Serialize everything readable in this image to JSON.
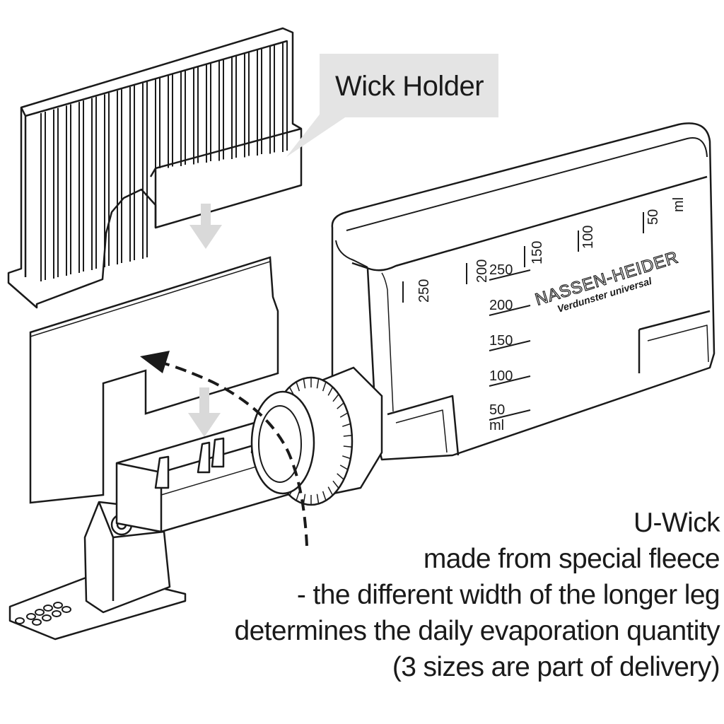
{
  "callout": {
    "label": "Wick Holder"
  },
  "device": {
    "brand": "NASSEN-HEIDER",
    "subtitle": "Verdunster universal",
    "top_scale": [
      "250",
      "200",
      "150",
      "100",
      "50",
      "ml"
    ],
    "side_scale": [
      "250",
      "200",
      "150",
      "100",
      "50",
      "ml"
    ]
  },
  "description": {
    "lines": [
      "U-Wick",
      "made from special fleece",
      "- the different width of the longer leg",
      "determines the daily evaporation quantity",
      "(3 sizes are part of delivery)"
    ]
  },
  "colors": {
    "line": "#1a1a1a",
    "callout_bg": "#e4e4e4",
    "arrow_fill": "#d9d9d9"
  }
}
